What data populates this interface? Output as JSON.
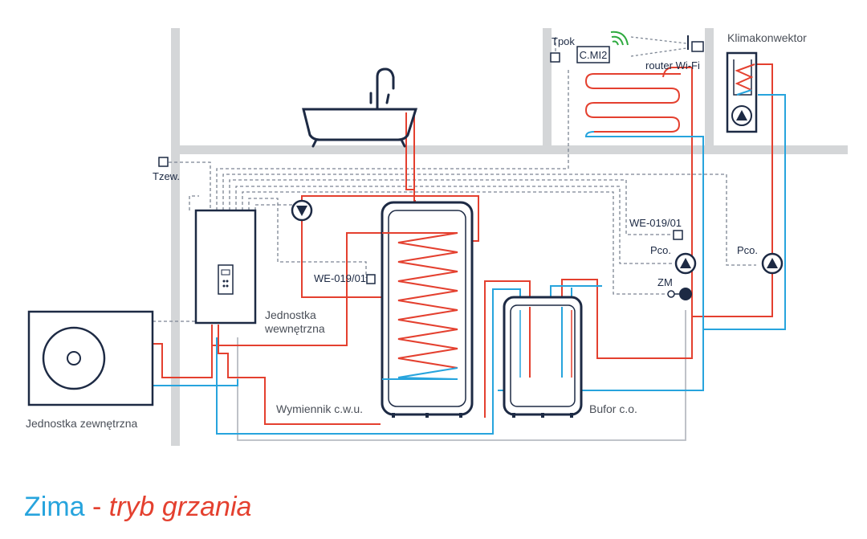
{
  "title": {
    "season": "Zima",
    "separator": " - ",
    "mode": "tryb grzania"
  },
  "labels": {
    "outdoor_unit": "Jednostka zewnętrzna",
    "indoor_unit_line1": "Jednostka",
    "indoor_unit_line2": "wewnętrzna",
    "dhw_exchanger": "Wymiennik c.w.u.",
    "buffer": "Bufor c.o.",
    "fan_coil": "Klimakonwektor",
    "router": "router Wi-Fi",
    "controller": "C.MI2",
    "room_sensor": "Tpok",
    "outdoor_sensor": "Tzew.",
    "sensor_dhw": "WE-019/01",
    "sensor_heating": "WE-019/01",
    "pump_left": "Pco.",
    "pump_right": "Pco.",
    "mixing_valve": "ZM"
  },
  "colors": {
    "supply_hot": "#e4402f",
    "return_cold": "#27a4dd",
    "wall": "#d4d6d8",
    "dark": "#1d2a44",
    "signal_line": "#7c8593",
    "wifi": "#2eaa3f",
    "gray_pipe": "#b8bcc2"
  },
  "icons": [
    "bathtub-icon",
    "pump-icon",
    "wifi-icon",
    "router-icon",
    "fan-icon",
    "sensor-icon",
    "mixing-valve-icon"
  ]
}
